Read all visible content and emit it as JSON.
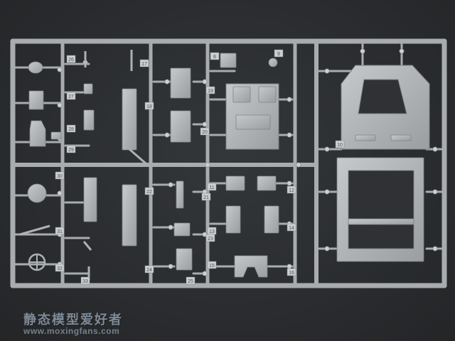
{
  "watermark": {
    "site_name": "静态模型爱好者",
    "url": "www.moxingfans.com"
  },
  "part_numbers": [
    "8",
    "9",
    "10",
    "11",
    "12",
    "13",
    "14",
    "15",
    "16",
    "17",
    "18",
    "19",
    "20",
    "21",
    "22",
    "23",
    "24",
    "25",
    "26",
    "27",
    "28",
    "29",
    "30",
    "31",
    "32",
    "33"
  ],
  "colors": {
    "plastic": "#aeb1b3",
    "plastic_shadow": "#7f8386",
    "plastic_highlight": "#cdd0d2",
    "background": "#2b2d30",
    "watermark": "#7e8a96"
  }
}
